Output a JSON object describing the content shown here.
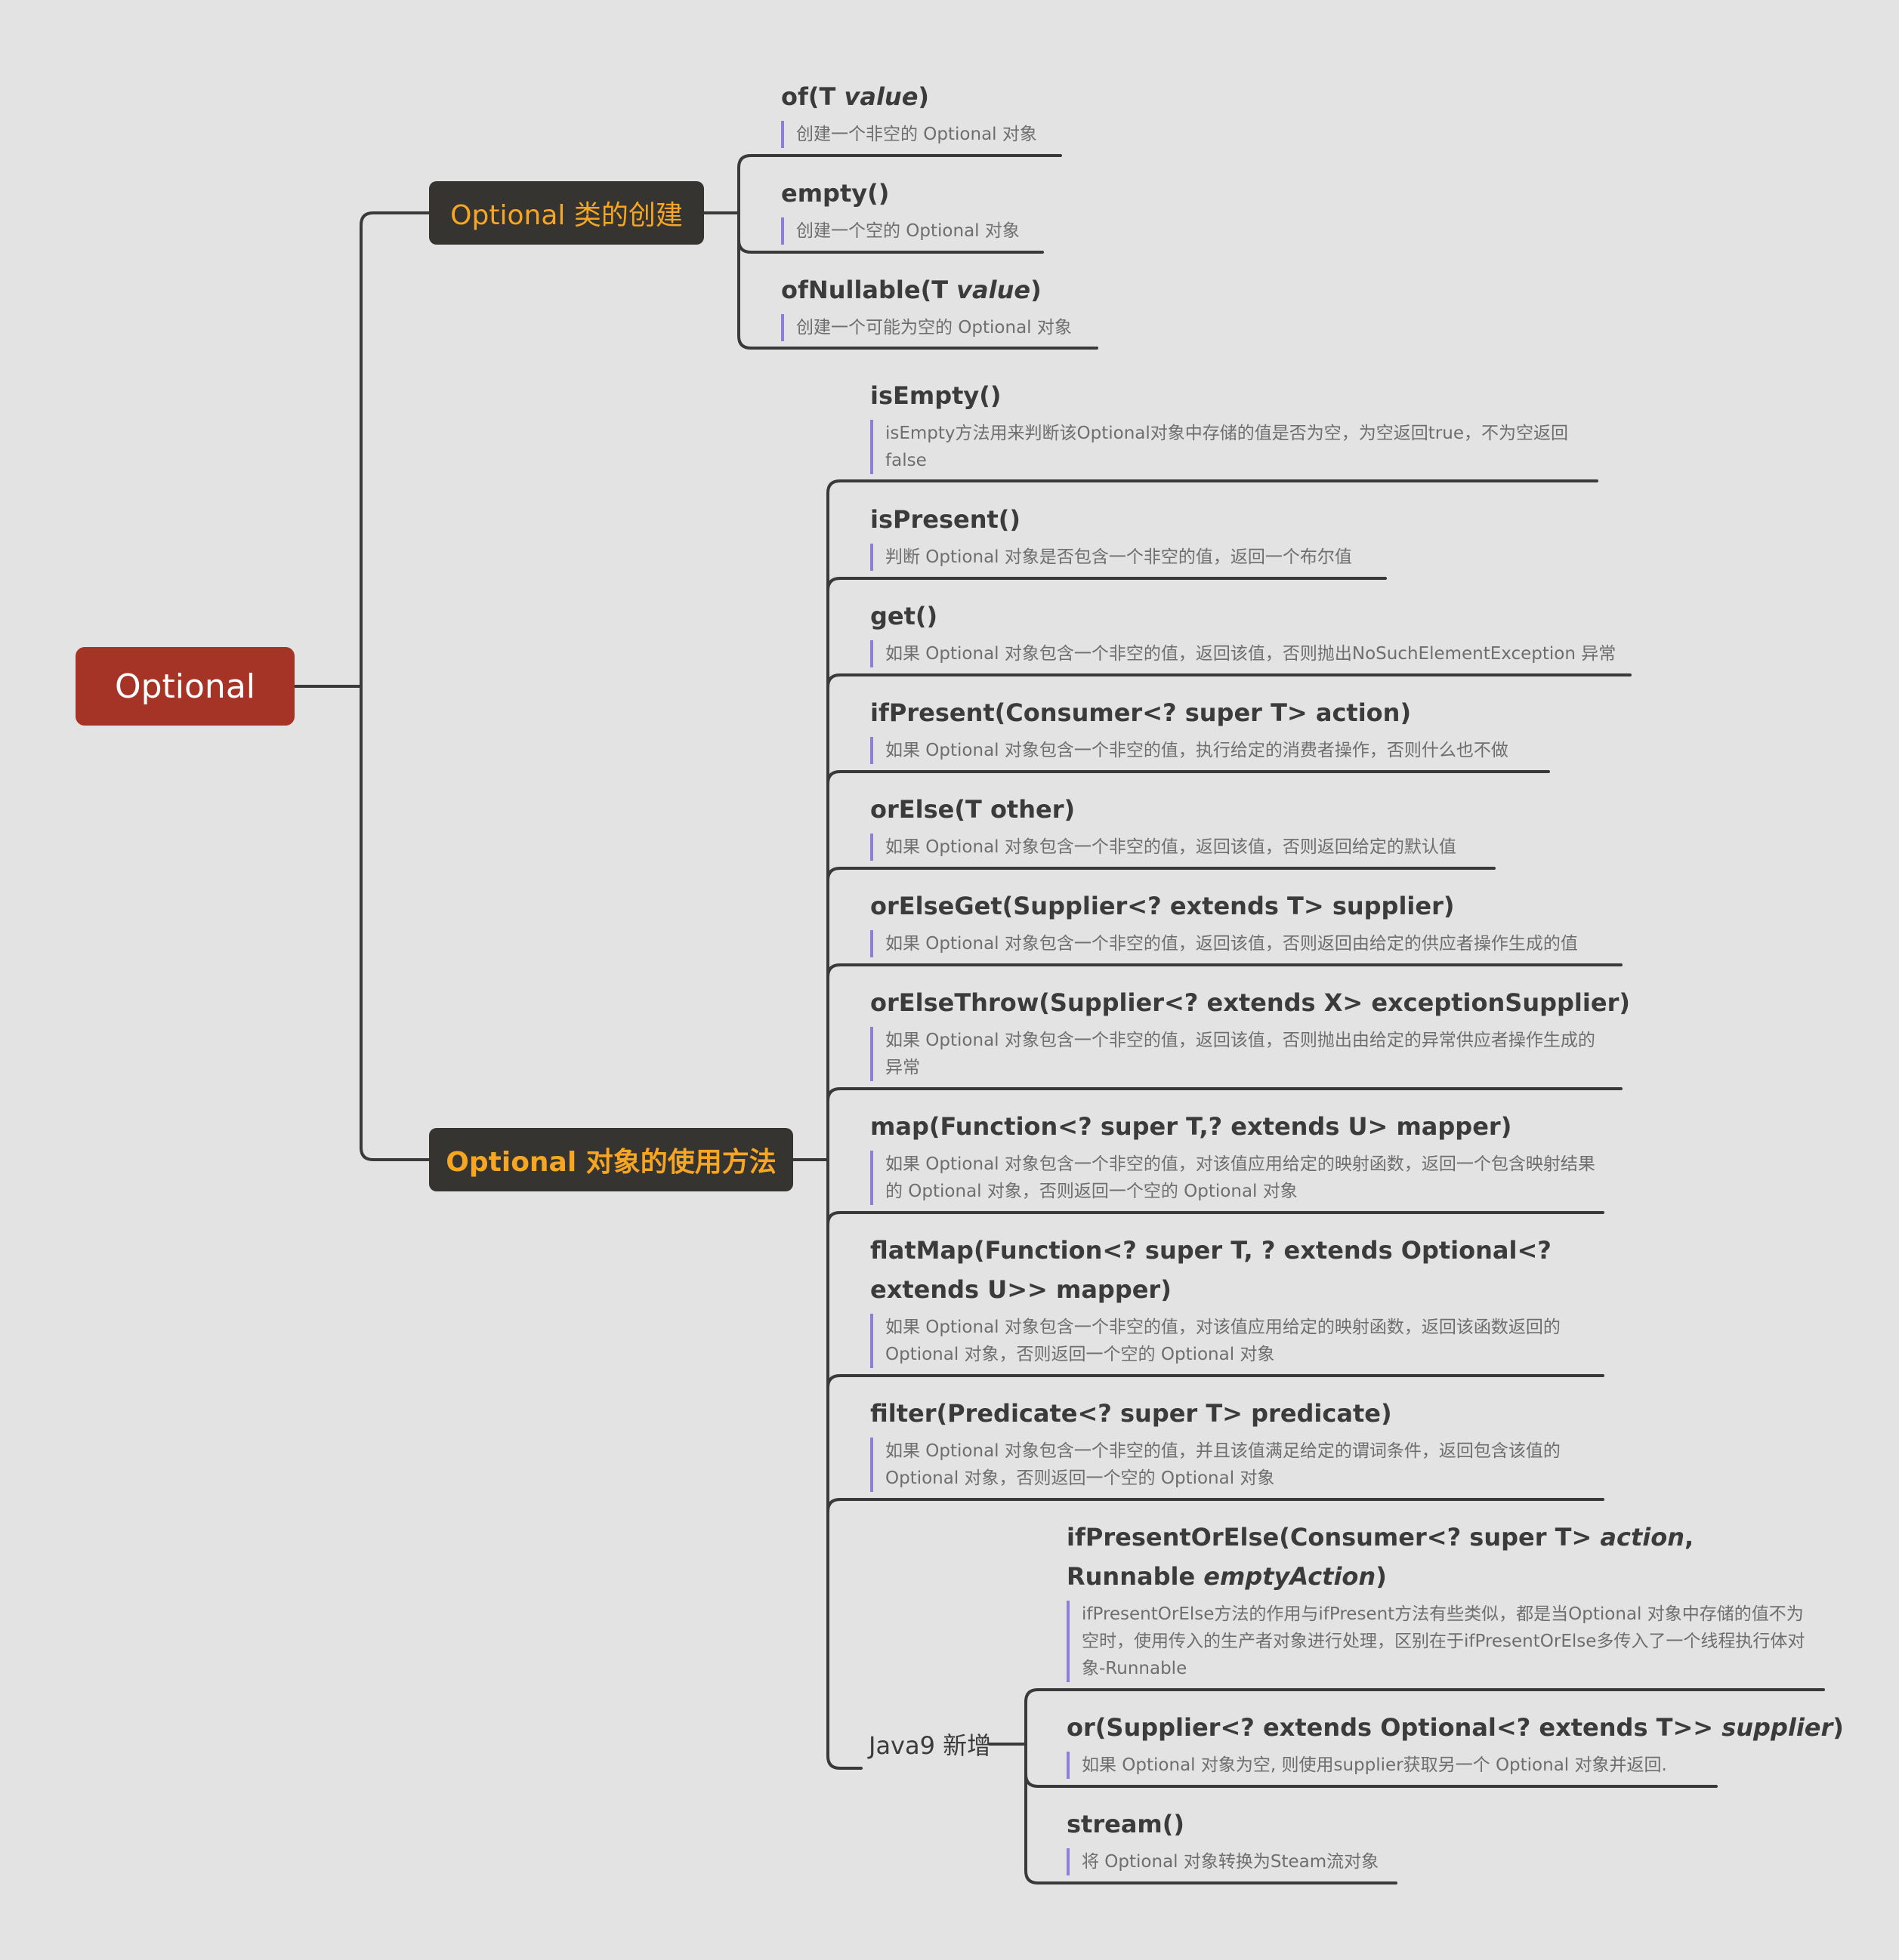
{
  "root": {
    "label": "Optional"
  },
  "branches": [
    {
      "label": "Optional 类的创建",
      "children": [
        {
          "title": "of(T ",
          "title_em": "value",
          "title_end": ")",
          "note": "创建一个非空的 Optional 对象"
        },
        {
          "title": "empty()",
          "note": "创建一个空的 Optional 对象"
        },
        {
          "title": "ofNullable(T ",
          "title_em": "value",
          "title_end": ")",
          "note": "创建一个可能为空的 Optional 对象"
        }
      ]
    },
    {
      "label": "Optional 对象的使用方法",
      "children": [
        {
          "title": "isEmpty()",
          "note": "isEmpty方法用来判断该Optional对象中存储的值是否为空，为空返回true，不为空返回false"
        },
        {
          "title": "isPresent()",
          "note": "判断 Optional 对象是否包含一个非空的值，返回一个布尔值"
        },
        {
          "title": "get()",
          "note": "如果 Optional 对象包含一个非空的值，返回该值，否则抛出NoSuchElementException 异常"
        },
        {
          "title": "ifPresent(Consumer<? super T> action)",
          "note": "如果 Optional 对象包含一个非空的值，执行给定的消费者操作，否则什么也不做"
        },
        {
          "title": "orElse(T other)",
          "note": "如果 Optional 对象包含一个非空的值，返回该值，否则返回给定的默认值"
        },
        {
          "title": "orElseGet(Supplier<? extends T> supplier)",
          "note": "如果 Optional 对象包含一个非空的值，返回该值，否则返回由给定的供应者操作生成的值"
        },
        {
          "title": "orElseThrow(Supplier<? extends X> exceptionSupplier)",
          "note": "如果 Optional 对象包含一个非空的值，返回该值，否则抛出由给定的异常供应者操作生成的异常"
        },
        {
          "title": "map(Function<? super T,? extends U> mapper)",
          "note": "如果 Optional 对象包含一个非空的值，对该值应用给定的映射函数，返回一个包含映射结果的 Optional 对象，否则返回一个空的 Optional 对象"
        },
        {
          "title": "flatMap(Function<? super T, ? extends Optional<? extends U>> mapper)",
          "note": "如果 Optional 对象包含一个非空的值，对该值应用给定的映射函数，返回该函数返回的 Optional 对象，否则返回一个空的 Optional 对象"
        },
        {
          "title": "filter(Predicate<? super T> predicate)",
          "note": "如果 Optional 对象包含一个非空的值，并且该值满足给定的谓词条件，返回包含该值的 Optional 对象，否则返回一个空的 Optional 对象"
        }
      ],
      "java9": {
        "label": "Java9 新增",
        "children": [
          {
            "title": "ifPresentOrElse(Consumer<? super T> ",
            "title_em": "action",
            "title_mid": ", Runnable ",
            "title_em2": "emptyAction",
            "title_end": ")",
            "note": "ifPresentOrElse方法的作用与ifPresent方法有些类似，都是当Optional 对象中存储的值不为空时，使用传入的生产者对象进行处理，区别在于ifPresentOrElse多传入了一个线程执行体对象-Runnable"
          },
          {
            "title": "or(Supplier<? extends Optional<? extends T>> ",
            "title_em": "supplier",
            "title_end": ")",
            "note": "如果 Optional 对象为空, 则使用supplier获取另一个 Optional 对象并返回."
          },
          {
            "title": "stream()",
            "note": "将 Optional 对象转换为Steam流对象"
          }
        ]
      }
    }
  ]
}
